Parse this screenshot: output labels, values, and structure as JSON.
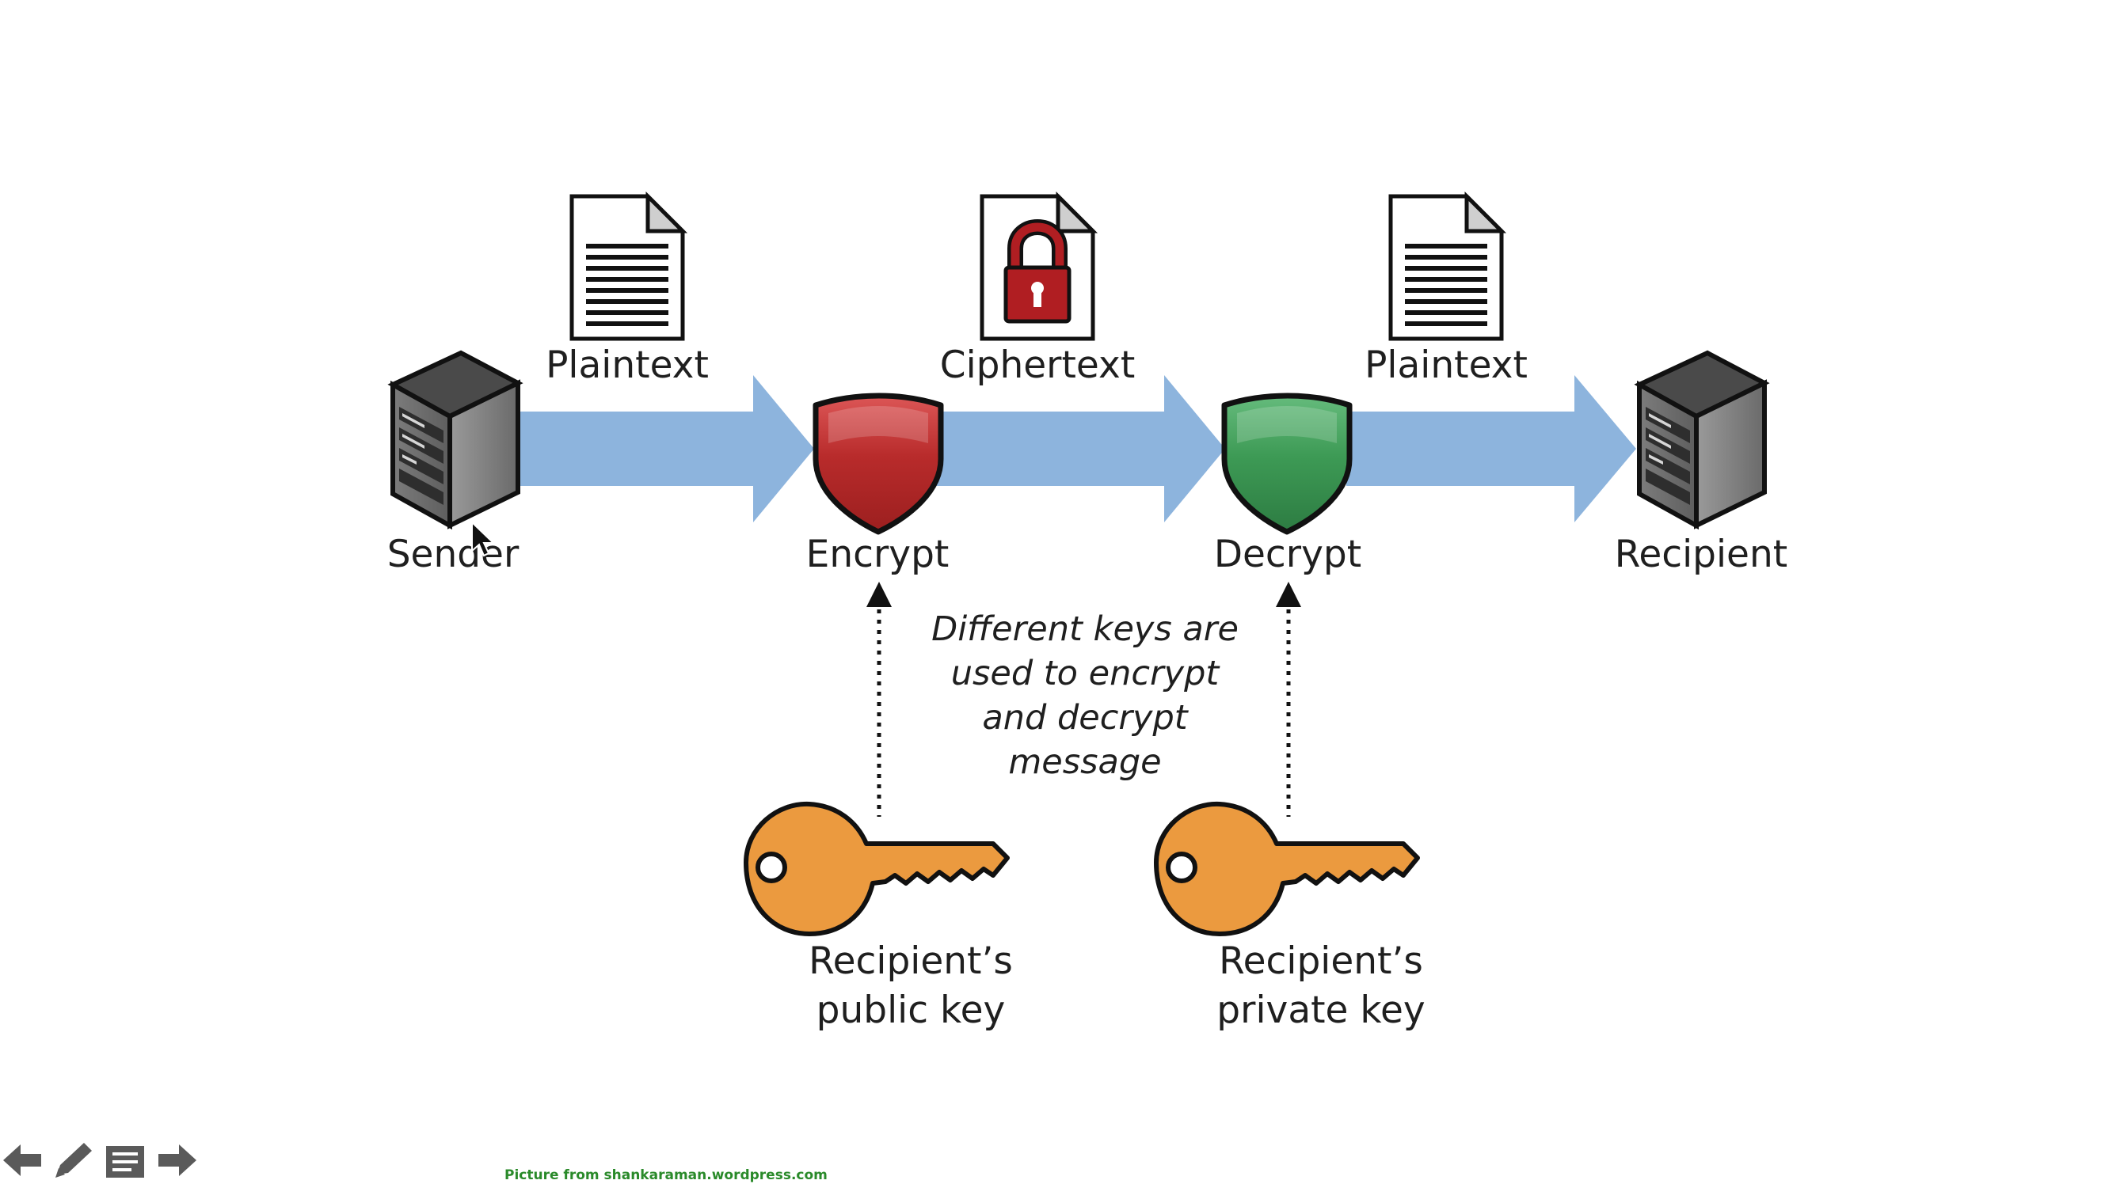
{
  "diagram": {
    "labels": {
      "sender": "Sender",
      "plaintext_left": "Plaintext",
      "encrypt": "Encrypt",
      "ciphertext": "Ciphertext",
      "decrypt": "Decrypt",
      "plaintext_right": "Plaintext",
      "recipient": "Recipient",
      "note_line1": "Different keys are",
      "note_line2": "used to encrypt",
      "note_line3": "and decrypt",
      "note_line4": "message",
      "public_key_line1": "Recipient’s",
      "public_key_line2": "public key",
      "private_key_line1": "Recipient’s",
      "private_key_line2": "private key"
    },
    "credit": "Picture from shankaraman.wordpress.com",
    "colors": {
      "arrow": "#8db4dd",
      "encrypt_shield": "#b82b2b",
      "decrypt_shield": "#3d9a55",
      "lock": "#b01e22",
      "key": "#eb9a3f",
      "credit_text": "#2a8a2a"
    }
  },
  "controls": {
    "items": [
      {
        "name": "previous-slide-button",
        "icon": "arrow-left-icon"
      },
      {
        "name": "pen-tool-button",
        "icon": "pencil-icon"
      },
      {
        "name": "slide-menu-button",
        "icon": "menu-icon"
      },
      {
        "name": "next-slide-button",
        "icon": "arrow-right-icon"
      }
    ]
  }
}
